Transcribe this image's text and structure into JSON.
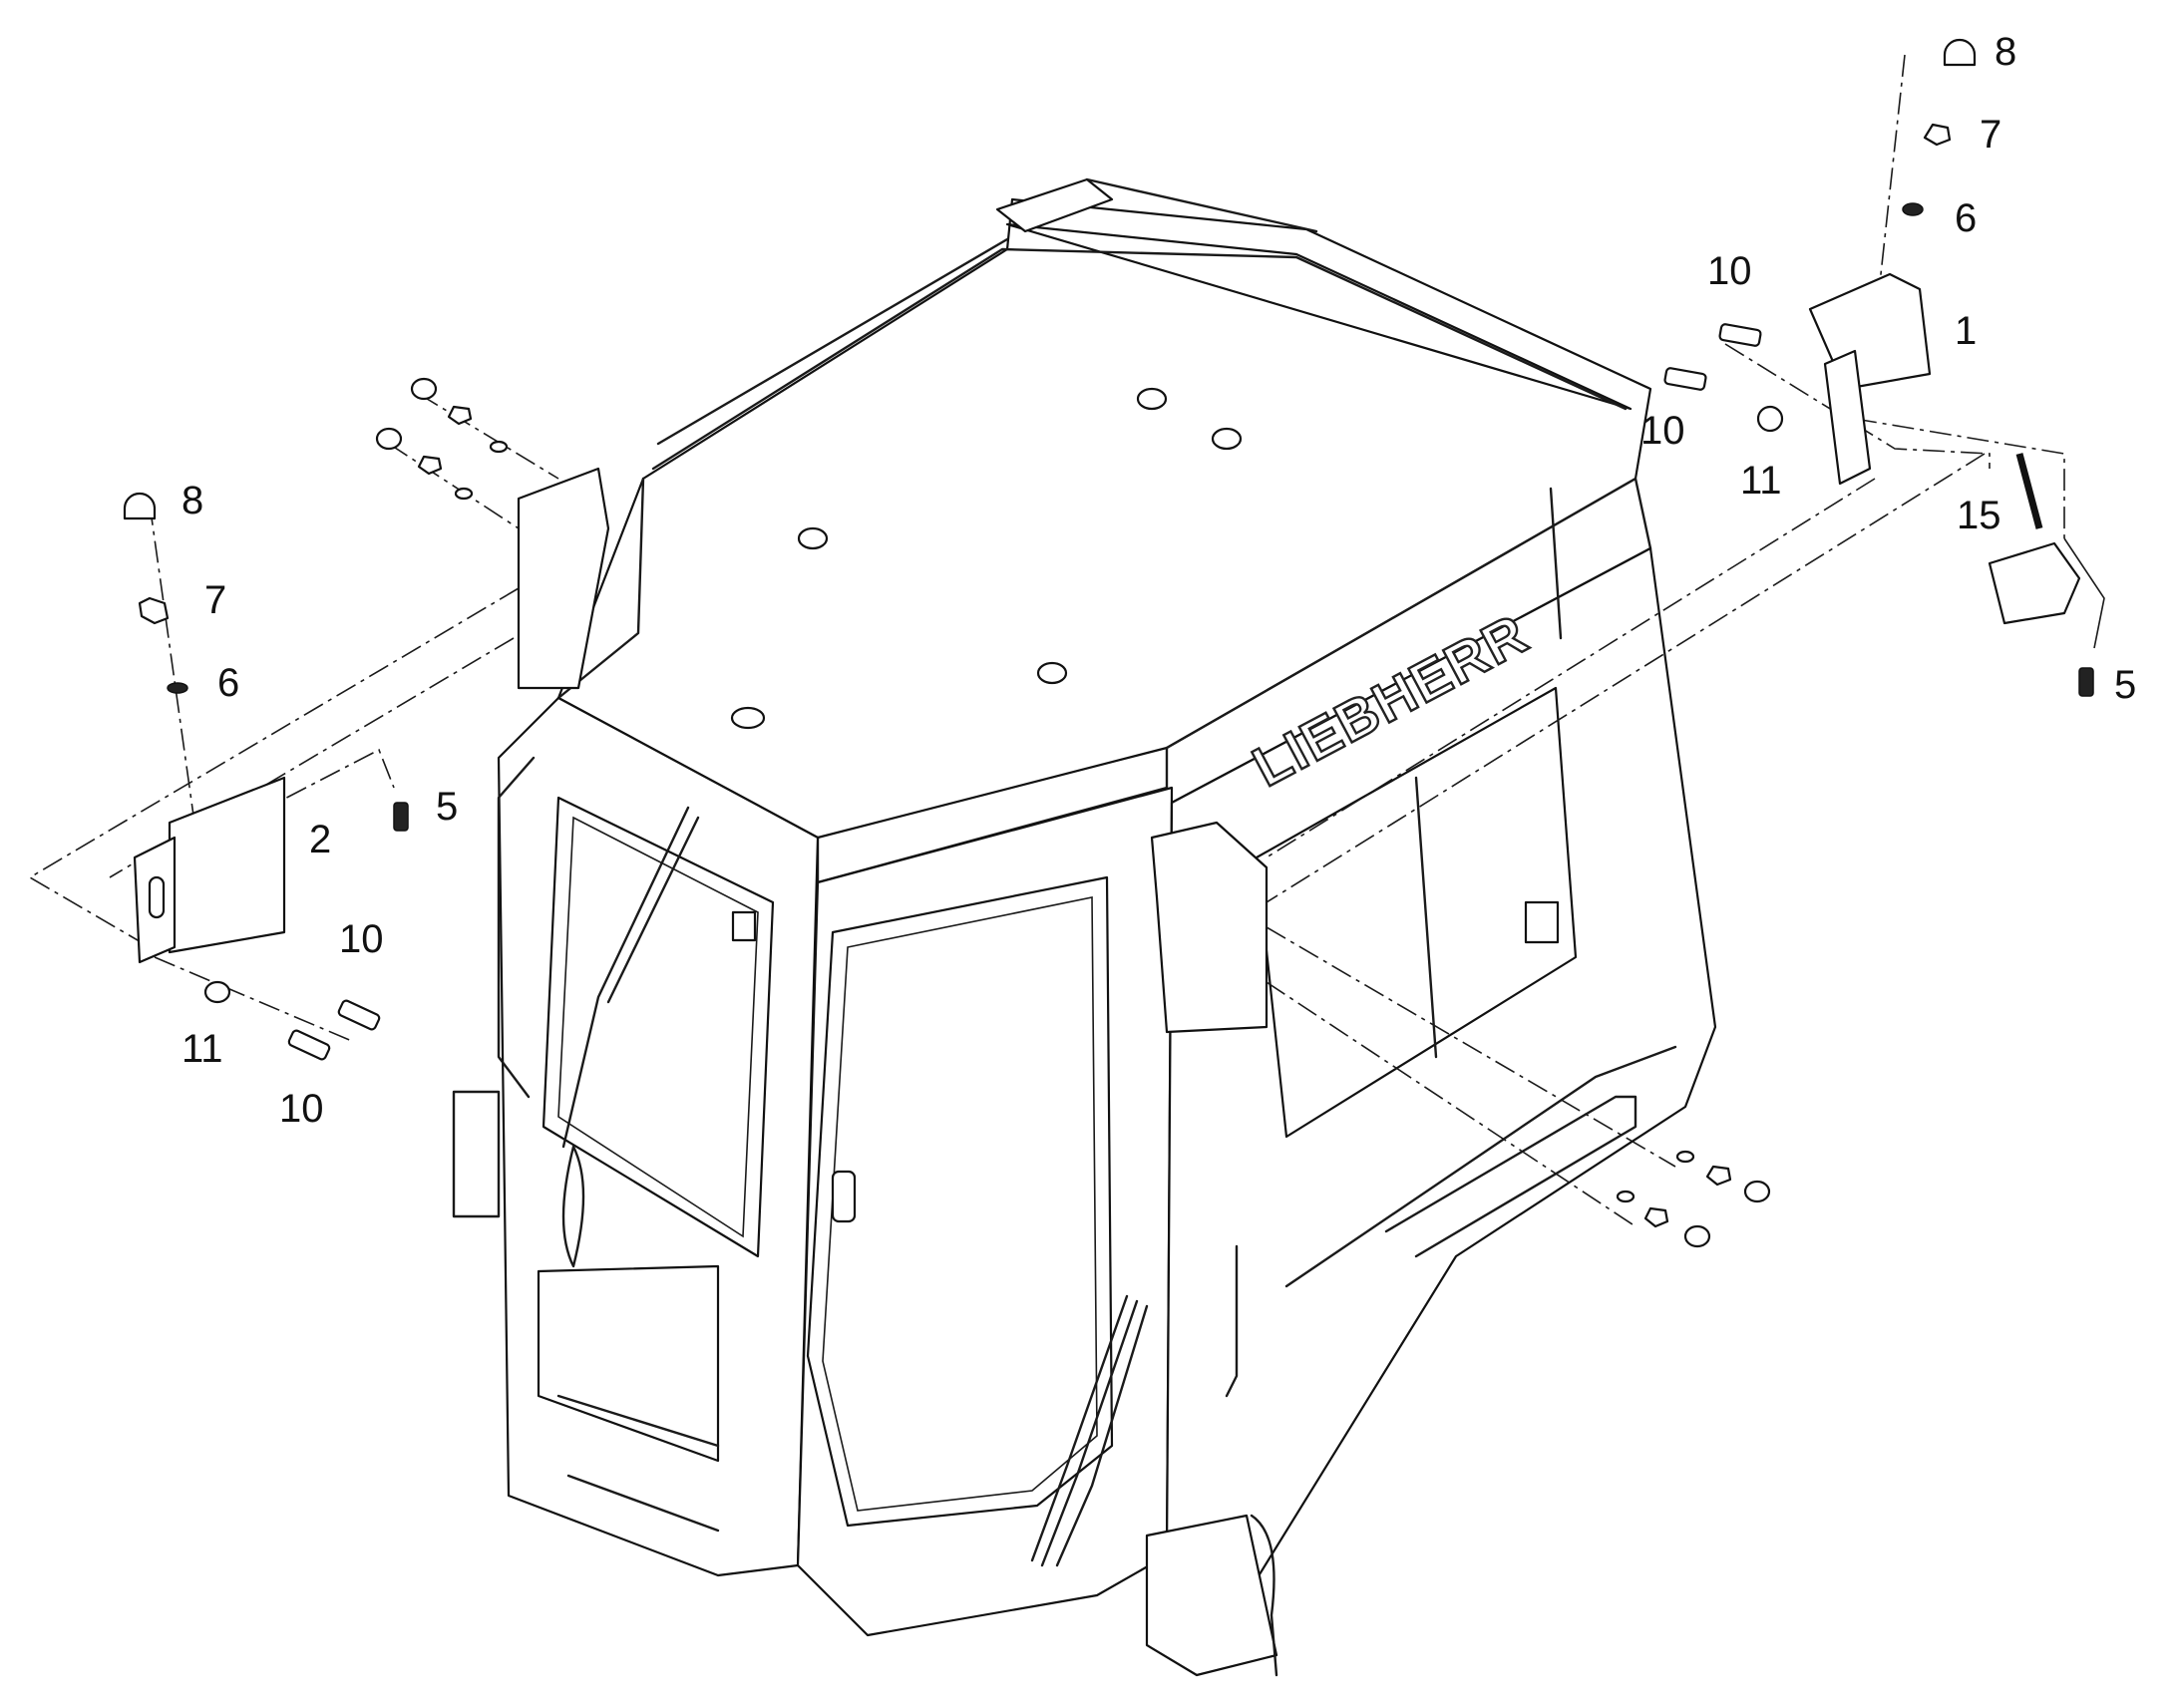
{
  "diagram": {
    "brand_text": "LIEBHERR",
    "callouts": [
      {
        "id": "c8-right",
        "text": "8"
      },
      {
        "id": "c7-right",
        "text": "7"
      },
      {
        "id": "c6-right",
        "text": "6"
      },
      {
        "id": "c10-right-top",
        "text": "10"
      },
      {
        "id": "c1",
        "text": "1"
      },
      {
        "id": "c10-right-mid",
        "text": "10"
      },
      {
        "id": "c11-right",
        "text": "11"
      },
      {
        "id": "c15",
        "text": "15"
      },
      {
        "id": "c5-right",
        "text": "5"
      },
      {
        "id": "c8-left",
        "text": "8"
      },
      {
        "id": "c7-left",
        "text": "7"
      },
      {
        "id": "c6-left",
        "text": "6"
      },
      {
        "id": "c5-left",
        "text": "5"
      },
      {
        "id": "c2",
        "text": "2"
      },
      {
        "id": "c10-left-top",
        "text": "10"
      },
      {
        "id": "c11-left",
        "text": "11"
      },
      {
        "id": "c10-left-bottom",
        "text": "10"
      }
    ]
  }
}
